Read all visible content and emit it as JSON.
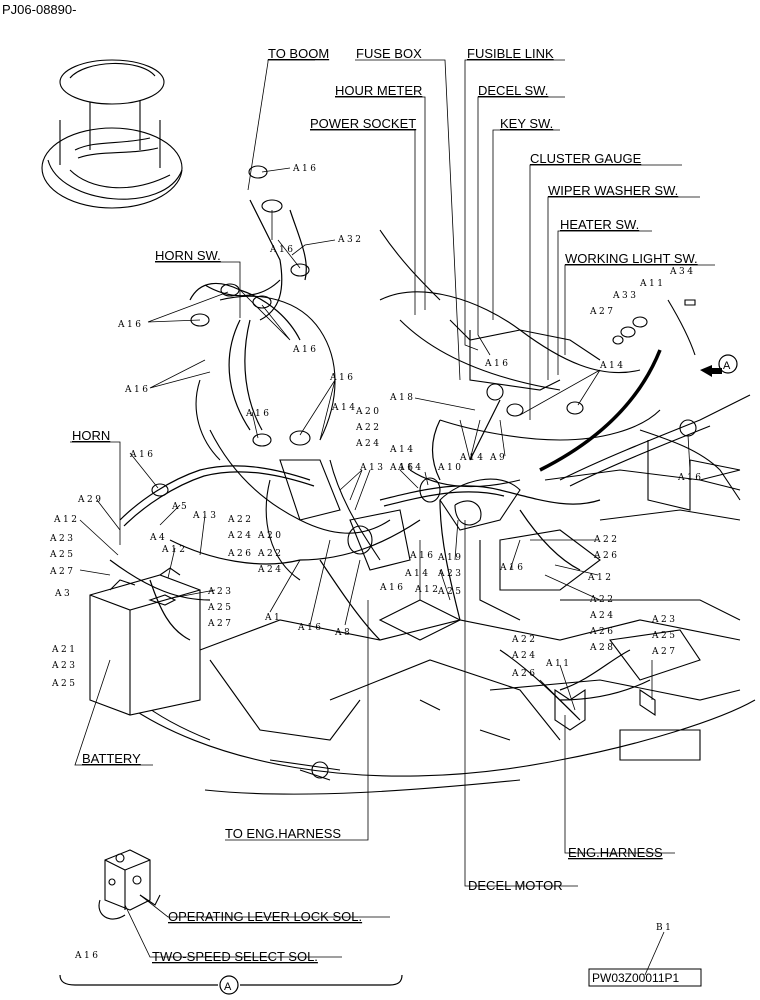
{
  "page_id": "PJ06-08890-",
  "part_number": "PW03Z00011P1",
  "view_marker": "A",
  "labels": {
    "to_boom": "TO BOOM",
    "fuse_box": "FUSE BOX",
    "fusible_link": "FUSIBLE LINK",
    "hour_meter": "HOUR METER",
    "decel_sw": "DECEL SW.",
    "power_socket": "POWER SOCKET",
    "key_sw": "KEY SW.",
    "cluster_gauge": "CLUSTER GAUGE",
    "wiper_washer_sw": "WIPER WASHER SW.",
    "heater_sw": "HEATER SW.",
    "working_light_sw": "WORKING LIGHT SW.",
    "horn_sw": "HORN SW.",
    "horn": "HORN",
    "battery": "BATTERY",
    "to_eng_harness": "TO ENG.HARNESS",
    "eng_harness": "ENG.HARNESS",
    "decel_motor": "DECEL MOTOR",
    "operating_lever_lock_sol": "OPERATING LEVER LOCK SOL.",
    "two_speed_select_sol": "TWO-SPEED SELECT SOL."
  },
  "callouts": [
    "A16",
    "A32",
    "A16",
    "A16",
    "A16",
    "A16",
    "A16",
    "A14",
    "A20",
    "A22",
    "A24",
    "A14",
    "A16",
    "A18",
    "A13",
    "A16",
    "A14",
    "A10",
    "A14",
    "A9",
    "A16",
    "A14",
    "A11",
    "A34",
    "A33",
    "A27",
    "A16",
    "A16",
    "A12",
    "A23",
    "A25",
    "A27",
    "A29",
    "A5",
    "A13",
    "A4",
    "A12",
    "A3",
    "A22",
    "A24",
    "A20",
    "A26",
    "A22",
    "A24",
    "A23",
    "A25",
    "A27",
    "A1",
    "A16",
    "A8",
    "A16",
    "A16",
    "A14",
    "A23",
    "A12",
    "A25",
    "A19",
    "A16",
    "A22",
    "A26",
    "A12",
    "A22",
    "A24",
    "A26",
    "A28",
    "A21",
    "A23",
    "A25",
    "A22",
    "A24",
    "A26",
    "A11",
    "A23",
    "A25",
    "A27",
    "A16",
    "B1"
  ]
}
